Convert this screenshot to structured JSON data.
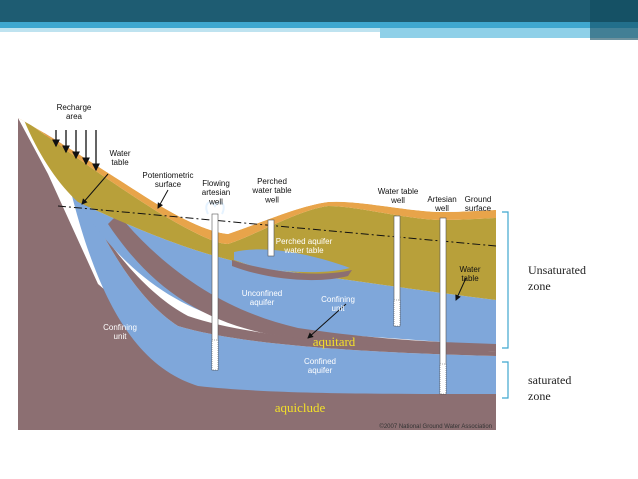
{
  "diagram": {
    "labels": {
      "recharge_area": "Recharge\narea",
      "water_table_top": "Water\ntable",
      "potentiometric_surface": "Potentiometric\nsurface",
      "flowing_artesian_well": "Flowing\nartesian\nwell",
      "perched_water_table_well": "Perched\nwater table\nwell",
      "water_table_well": "Water table\nwell",
      "artesian_well": "Artesian\nwell",
      "ground_surface": "Ground\nsurface",
      "perched_aquifer": "Perched aquifer\nwater table",
      "water_table_right": "Water\ntable",
      "unconfined_aquifer": "Unconfined\naquifer",
      "confining_unit_mid": "Confining\nunit",
      "confining_unit_left": "Confining\nunit",
      "confined_aquifer": "Confined\naquifer",
      "aquitard": "aquitard",
      "aquiclude": "aquiclude",
      "copyright": "©2007 National Ground Water Association"
    },
    "colors": {
      "soil_orange": "#E8A44A",
      "unsaturated_olive": "#B8A03A",
      "aquifer_blue": "#7FA7DA",
      "confining_mauve": "#8C6F72",
      "highlight_yellow": "#F2E02A"
    }
  },
  "side_labels": {
    "unsaturated": "Unsaturated\nzone",
    "saturated": "saturated\nzone"
  },
  "header_colors": {
    "dark": "#1E5C72",
    "accent": "#2E9BC4",
    "light": "#BFE3F0"
  }
}
